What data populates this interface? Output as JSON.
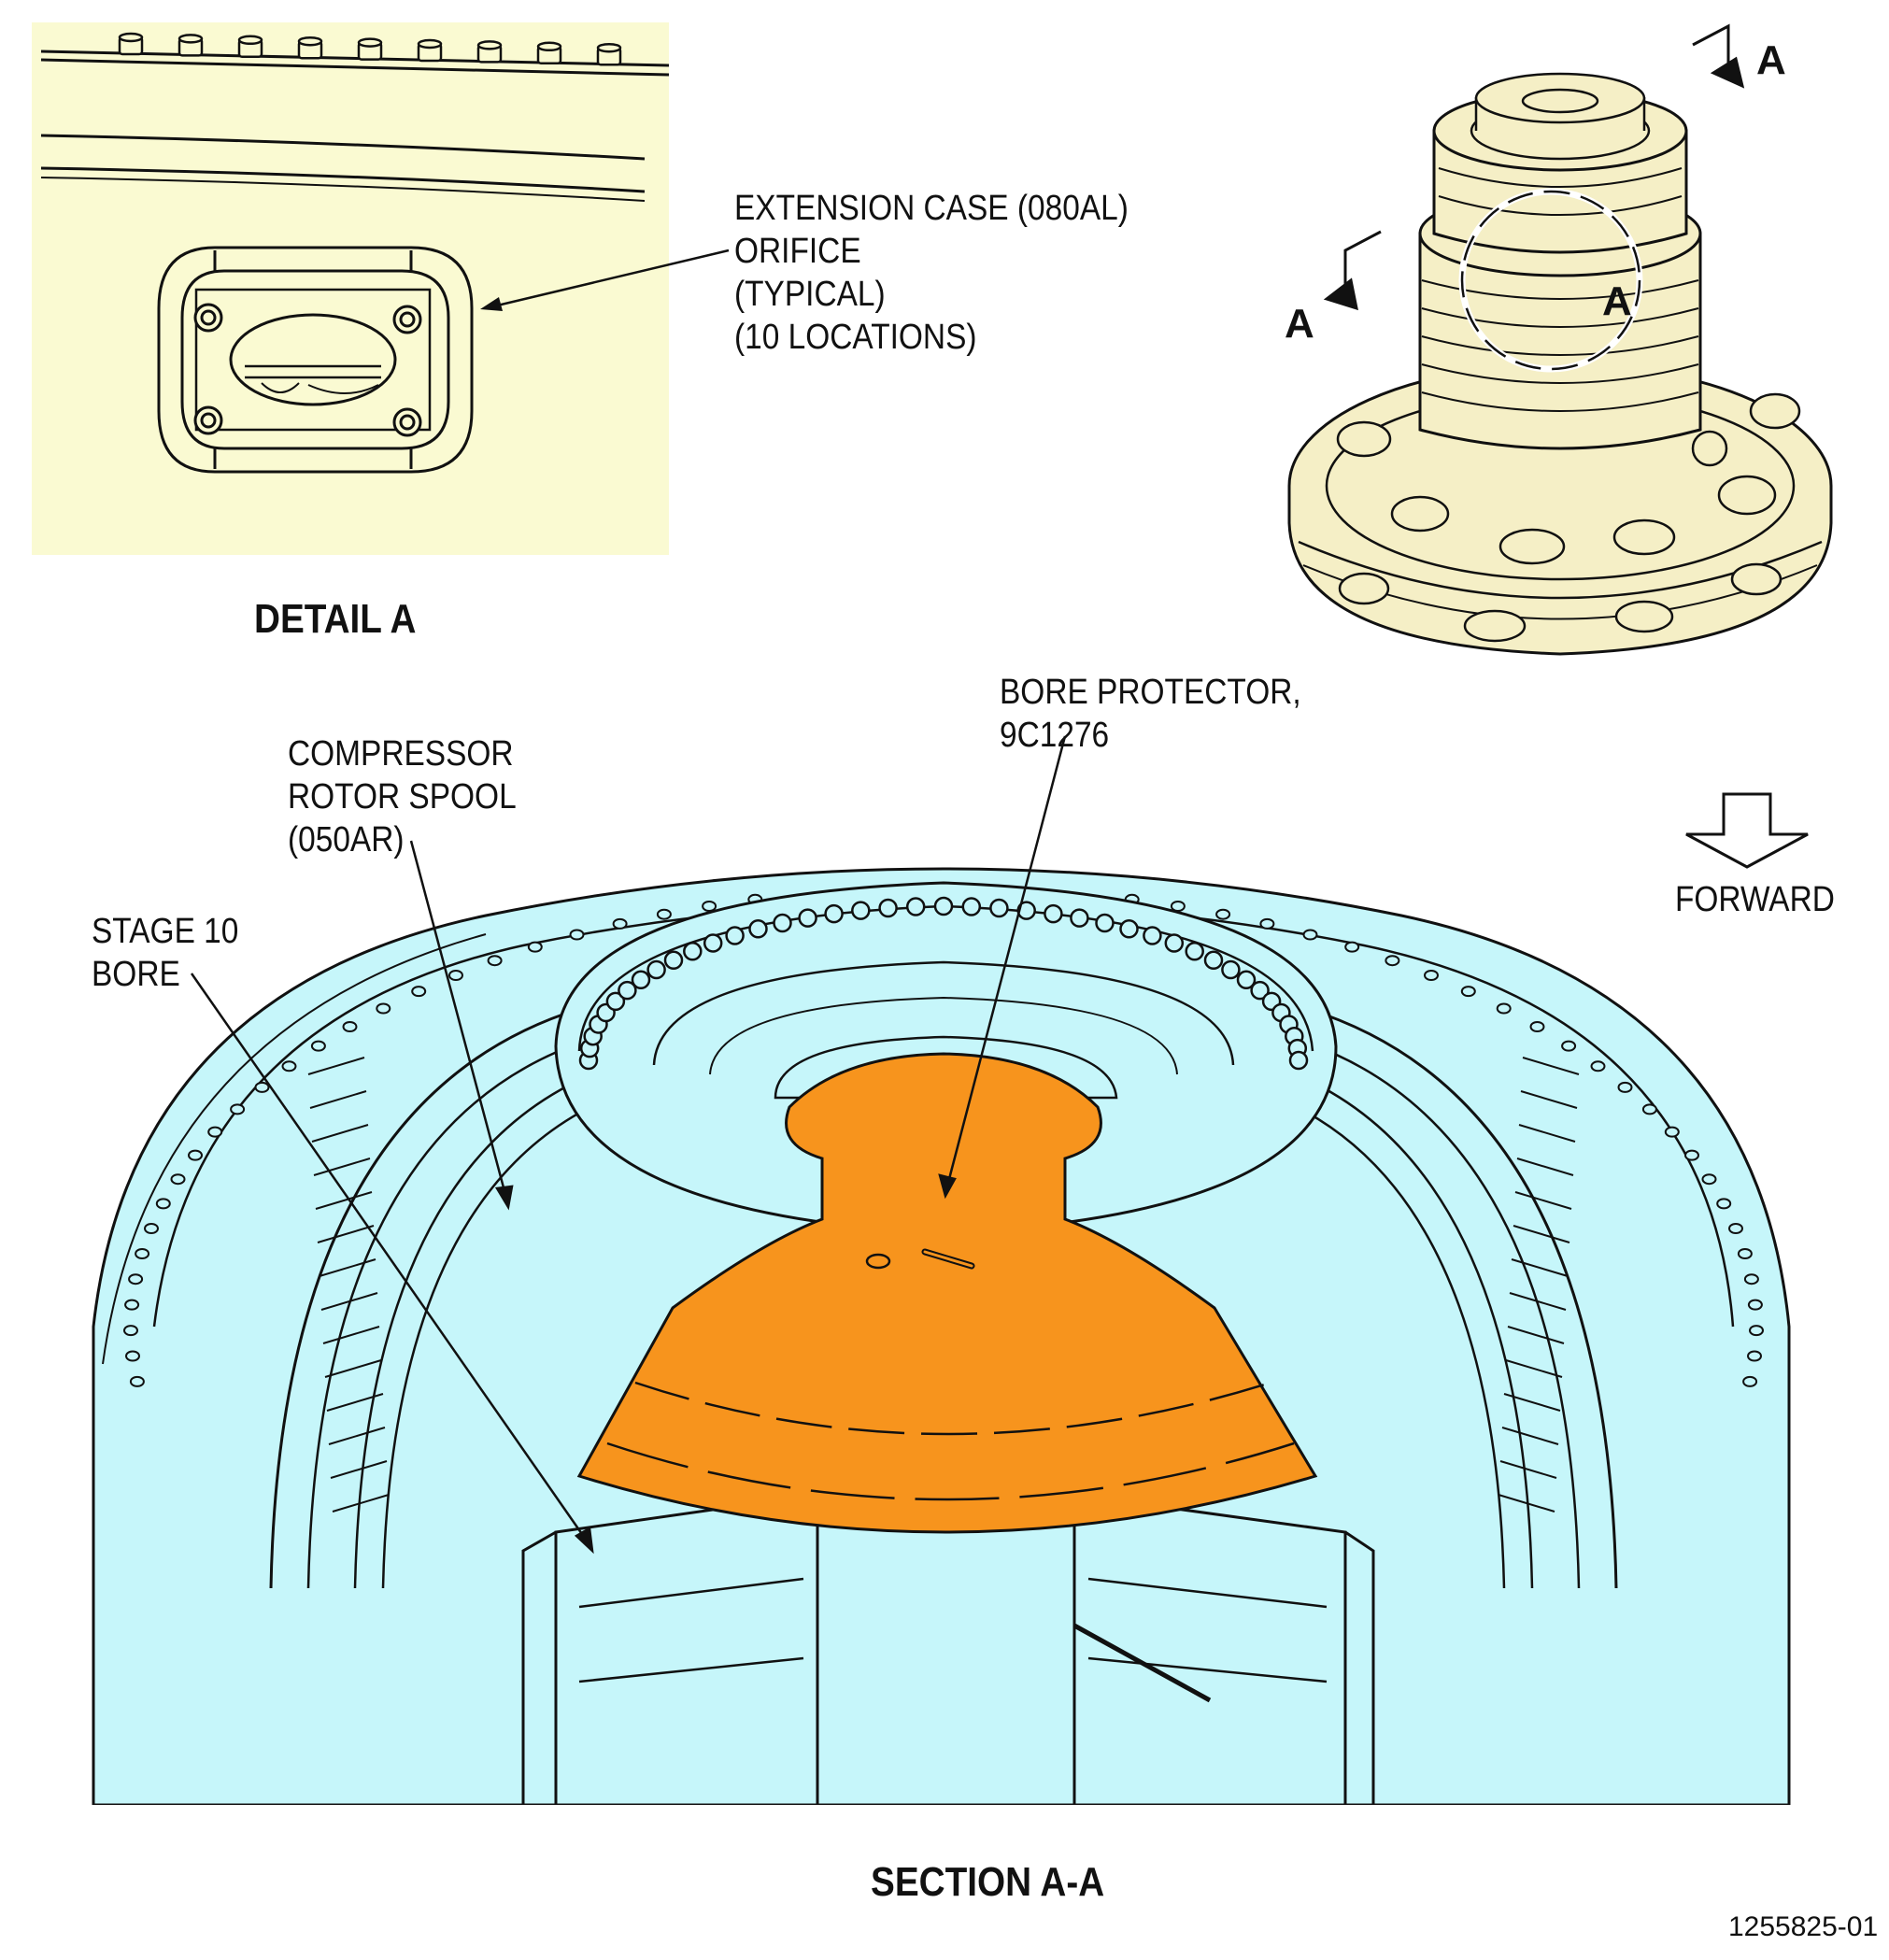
{
  "colors": {
    "detail_fill": "#fafad2",
    "section_fill": "#c6f6fa",
    "protector_fill": "#f7941d",
    "engine_fill": "#f5efc6",
    "ink": "#111111"
  },
  "detail_a": {
    "callout": [
      "EXTENSION CASE (080AL)",
      "ORIFICE",
      "(TYPICAL)",
      "(10 LOCATIONS)"
    ],
    "title": "DETAIL A"
  },
  "engine_view": {
    "view_letter_top": "A",
    "view_letter_left": "A",
    "detail_letter": "A"
  },
  "section": {
    "bore_protector": [
      "BORE PROTECTOR,",
      "9C1276"
    ],
    "rotor_spool": [
      "COMPRESSOR",
      "ROTOR SPOOL",
      "(050AR)"
    ],
    "stage_bore": [
      "STAGE 10",
      "BORE"
    ],
    "forward_label": "FORWARD",
    "title": "SECTION A-A"
  },
  "figure_id": "1255825-01"
}
